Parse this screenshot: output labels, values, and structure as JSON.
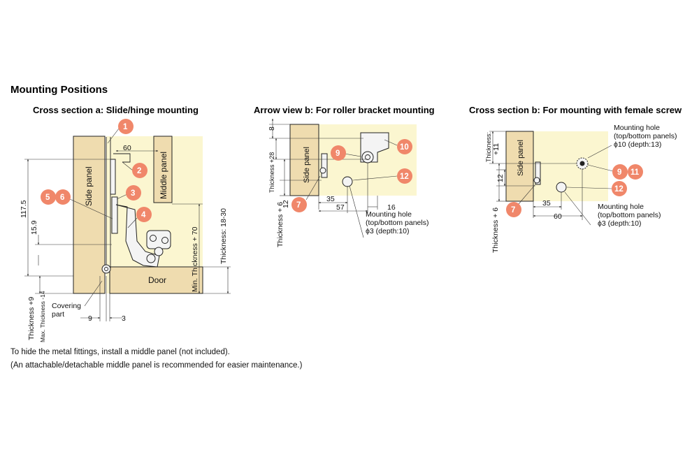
{
  "page_title": "Mounting Positions",
  "sections": {
    "a": {
      "title": "Cross section a: Slide/hinge mounting",
      "labels": {
        "side_panel": "Side panel",
        "middle_panel": "Middle panel",
        "door": "Door",
        "covering_part_1": "Covering",
        "covering_part_2": "part"
      },
      "dims": {
        "d60": "60",
        "d117": "117.5",
        "d15": "15.9",
        "dthk70": "Min. Thickness + 70",
        "dthk1830": "Thickness: 18-30",
        "dthk9": "Thickness +9",
        "dmax14": "Max. Thickness -14",
        "d9": "9",
        "d3": "3"
      },
      "callouts": [
        "1",
        "2",
        "3",
        "4",
        "5",
        "6"
      ]
    },
    "b1": {
      "title": "Arrow view b: For roller bracket mounting",
      "labels": {
        "side_panel": "Side panel",
        "hole1": "Mounting hole",
        "hole2": "(top/bottom panels)",
        "hole3": "ϕ3 (depth:10)"
      },
      "dims": {
        "d8": "8",
        "dthk28": "Thickness +28",
        "dthk6": "Thickness + 6",
        "d12": "12",
        "d35": "35",
        "d57": "57",
        "d16": "16"
      },
      "callouts": [
        "7",
        "9",
        "10",
        "12"
      ]
    },
    "b2": {
      "title": "Cross section b: For mounting with female screw",
      "labels": {
        "side_panel": "Side panel",
        "holeA1": "Mounting hole",
        "holeA2": "(top/bottom panels)",
        "holeA3": "ϕ10 (depth:13)",
        "holeB1": "Mounting hole",
        "holeB2": "(top/bottom panels)",
        "holeB3": "ϕ3 (depth:10)"
      },
      "dims": {
        "dthk11a": "Thickness:",
        "dthk11b": "+11",
        "d12": "12",
        "dthk6": "Thickness + 6",
        "d35": "35",
        "d60": "60"
      },
      "callouts": [
        "7",
        "9",
        "11",
        "12"
      ]
    }
  },
  "notes": {
    "line1": "To hide the metal fittings, install a middle panel (not included).",
    "line2": "(An attachable/detachable middle panel is recommended for easier maintenance.)"
  },
  "colors": {
    "wood": "#efdcaf",
    "background": "#fbf6d0",
    "callout": "#f0876a"
  }
}
